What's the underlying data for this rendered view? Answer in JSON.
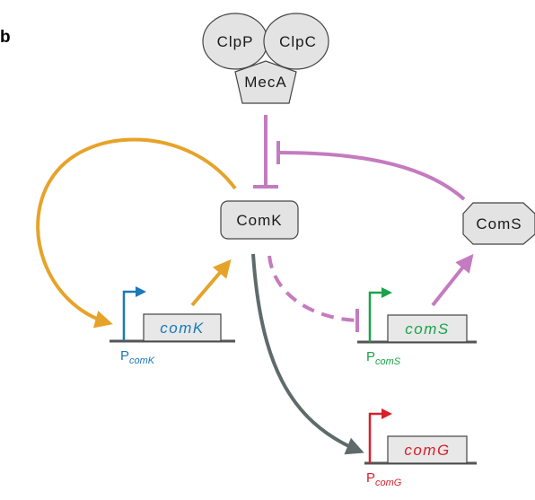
{
  "panel_label": "b",
  "complex": {
    "clpp": "ClpP",
    "clpc": "ClpC",
    "meca": "MecA"
  },
  "nodes": {
    "comk_protein": "ComK",
    "coms_protein": "ComS"
  },
  "genes": {
    "comk": "comK",
    "coms": "comS",
    "comg": "comG"
  },
  "promoters": {
    "comk": {
      "p": "P",
      "sub": "comK"
    },
    "coms": {
      "p": "P",
      "sub": "comS"
    },
    "comg": {
      "p": "P",
      "sub": "comG"
    }
  },
  "colors": {
    "orange": "#e6a32a",
    "pink": "#c47bbf",
    "gray_arrow": "#5f6b6b",
    "blue": "#1b79b8",
    "green": "#1aa34a",
    "red": "#d8202a",
    "box_fill": "#e3e3e3",
    "box_stroke": "#444444",
    "dna_line": "#555555"
  }
}
